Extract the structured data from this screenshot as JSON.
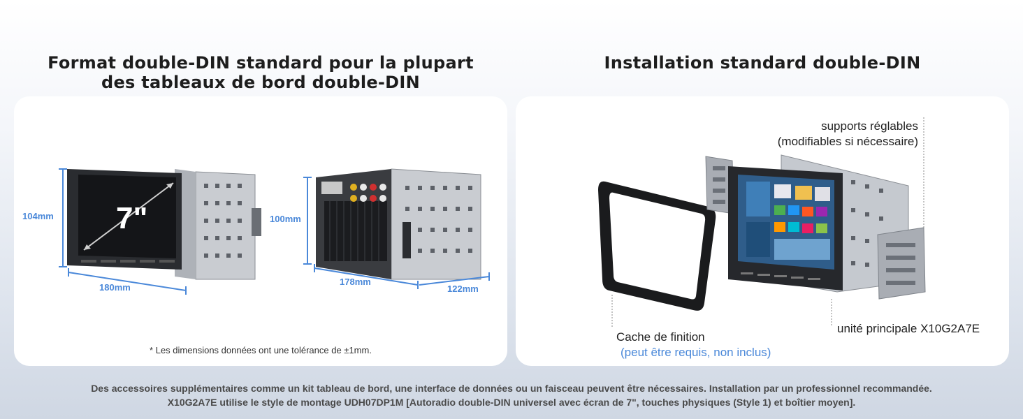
{
  "left_section": {
    "title_line1": "Format double-DIN standard pour la plupart",
    "title_line2": "des tableaux de bord double-DIN",
    "screen_size": "7\"",
    "dim_height_front": "104mm",
    "dim_width_front": "180mm",
    "dim_height_back": "100mm",
    "dim_width_back": "178mm",
    "dim_depth_back": "122mm",
    "tolerance_note": "* Les dimensions données ont une tolérance de ±1mm."
  },
  "right_section": {
    "title": "Installation standard double-DIN",
    "brackets_line1": "supports réglables",
    "brackets_line2": "(modifiables si nécessaire)",
    "trim_label": "Cache de finition",
    "trim_note": "(peut être requis, non inclus)",
    "unit_label": "unité principale X10G2A7E"
  },
  "footer": {
    "line1": "Des accessoires supplémentaires comme un kit tableau de bord, une interface de données ou un faisceau peuvent être nécessaires. Installation par un professionnel recommandée.",
    "line2": "X10G2A7E utilise le style de montage UDH07DP1M [Autoradio double-DIN universel avec écran de 7\", touches physiques (Style 1) et boîtier moyen]."
  },
  "colors": {
    "accent_blue": "#4a88d9",
    "panel": "#ffffff",
    "text": "#1d1d1d"
  }
}
